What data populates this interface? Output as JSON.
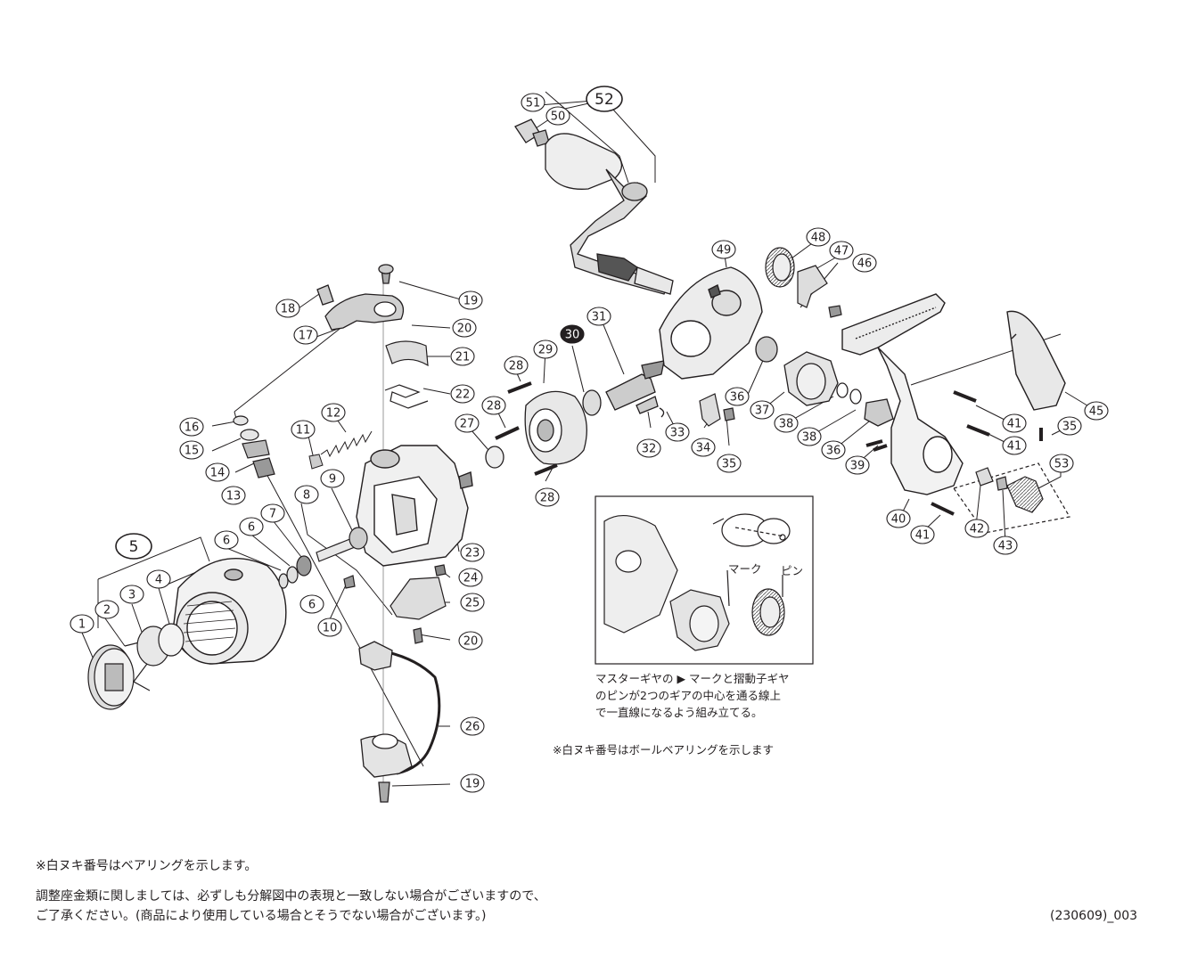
{
  "diagram": {
    "callouts": [
      {
        "num": "1",
        "style": "white"
      },
      {
        "num": "2",
        "style": "white"
      },
      {
        "num": "3",
        "style": "white"
      },
      {
        "num": "4",
        "style": "white"
      },
      {
        "num": "5",
        "style": "large"
      },
      {
        "num": "6",
        "style": "white"
      },
      {
        "num": "6",
        "style": "white"
      },
      {
        "num": "6",
        "style": "white"
      },
      {
        "num": "7",
        "style": "white"
      },
      {
        "num": "8",
        "style": "white"
      },
      {
        "num": "9",
        "style": "white"
      },
      {
        "num": "10",
        "style": "white"
      },
      {
        "num": "11",
        "style": "white"
      },
      {
        "num": "12",
        "style": "white"
      },
      {
        "num": "13",
        "style": "white"
      },
      {
        "num": "14",
        "style": "white"
      },
      {
        "num": "15",
        "style": "white"
      },
      {
        "num": "16",
        "style": "white"
      },
      {
        "num": "17",
        "style": "white"
      },
      {
        "num": "18",
        "style": "white"
      },
      {
        "num": "19",
        "style": "white"
      },
      {
        "num": "19",
        "style": "white"
      },
      {
        "num": "20",
        "style": "white"
      },
      {
        "num": "20",
        "style": "white"
      },
      {
        "num": "21",
        "style": "white"
      },
      {
        "num": "22",
        "style": "white"
      },
      {
        "num": "23",
        "style": "white"
      },
      {
        "num": "24",
        "style": "white"
      },
      {
        "num": "25",
        "style": "white"
      },
      {
        "num": "26",
        "style": "white"
      },
      {
        "num": "27",
        "style": "white"
      },
      {
        "num": "28",
        "style": "white"
      },
      {
        "num": "28",
        "style": "white"
      },
      {
        "num": "28",
        "style": "white"
      },
      {
        "num": "29",
        "style": "white"
      },
      {
        "num": "30",
        "style": "black"
      },
      {
        "num": "31",
        "style": "white"
      },
      {
        "num": "32",
        "style": "white"
      },
      {
        "num": "33",
        "style": "white"
      },
      {
        "num": "34",
        "style": "white"
      },
      {
        "num": "35",
        "style": "white"
      },
      {
        "num": "35",
        "style": "white"
      },
      {
        "num": "36",
        "style": "white"
      },
      {
        "num": "36",
        "style": "white"
      },
      {
        "num": "37",
        "style": "white"
      },
      {
        "num": "38",
        "style": "white"
      },
      {
        "num": "38",
        "style": "white"
      },
      {
        "num": "39",
        "style": "white"
      },
      {
        "num": "40",
        "style": "white"
      },
      {
        "num": "41",
        "style": "white"
      },
      {
        "num": "41",
        "style": "white"
      },
      {
        "num": "41",
        "style": "white"
      },
      {
        "num": "42",
        "style": "white"
      },
      {
        "num": "43",
        "style": "white"
      },
      {
        "num": "45",
        "style": "white"
      },
      {
        "num": "46",
        "style": "white"
      },
      {
        "num": "47",
        "style": "white"
      },
      {
        "num": "48",
        "style": "white"
      },
      {
        "num": "49",
        "style": "white"
      },
      {
        "num": "50",
        "style": "white"
      },
      {
        "num": "51",
        "style": "white"
      },
      {
        "num": "52",
        "style": "large"
      },
      {
        "num": "53",
        "style": "white"
      }
    ]
  },
  "inset": {
    "mark_label": "マーク",
    "pin_label": "ピン",
    "instruction_line1": "マスターギヤの ▶ マークと摺動子ギヤ",
    "instruction_line2": "のピンが2つのギアの中心を通る線上",
    "instruction_line3": "で一直線になるよう組み立てる。"
  },
  "notes": {
    "ball_bearing_note": "※白ヌキ番号はボールベアリングを示します",
    "bearing_note": "※白ヌキ番号はベアリングを示します。",
    "washer_note_line1": "調整座金類に関しましては、必ずしも分解図中の表現と一致しない場合がございますので、",
    "washer_note_line2": "ご了承ください。(商品により使用している場合とそうでない場合がございます。)",
    "doc_code": "(230609)_003"
  }
}
